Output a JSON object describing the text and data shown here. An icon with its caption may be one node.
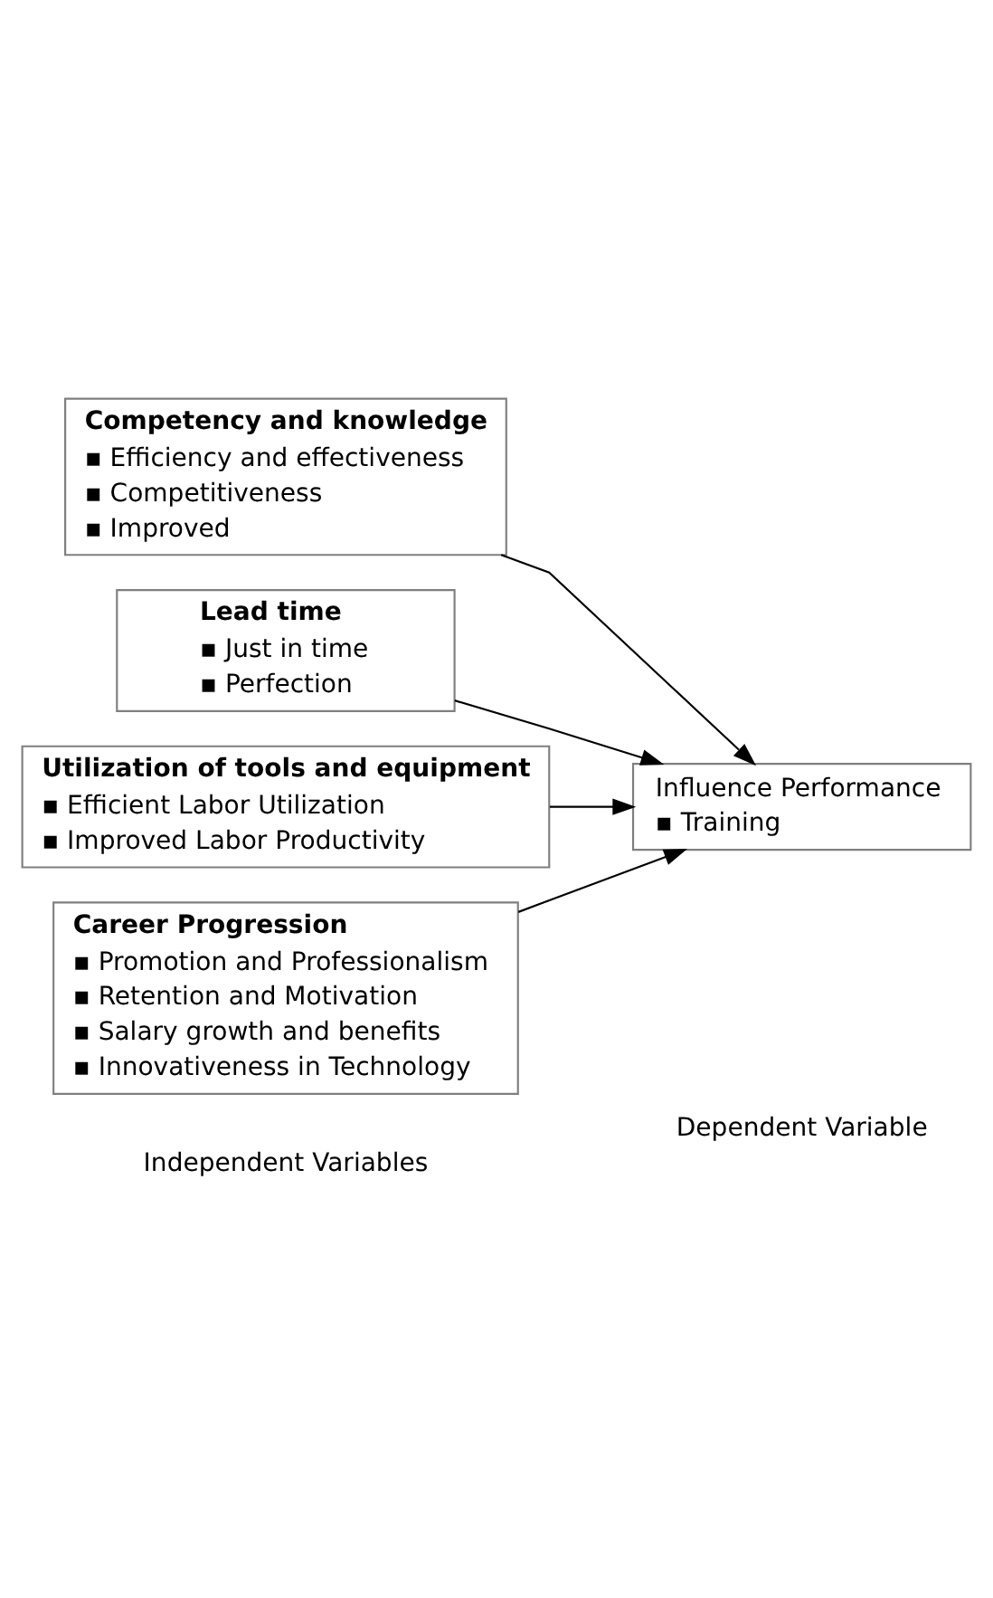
{
  "diagram": {
    "nodes": [
      {
        "text": [
          "Competency and knowledge",
          "▪ Efficiency and effectiveness",
          "▪ Competitiveness",
          "▪ Improved"
        ]
      },
      {
        "text": [
          "Lead time",
          "▪ Just in time",
          "▪ Perfection"
        ]
      },
      {
        "text": [
          "Utilization of tools and equipment",
          "▪ Efficient Labor Utilization",
          "▪ Improved Labor Productivity"
        ]
      },
      {
        "text": [
          "Career Progression",
          "▪ Promotion and Professionalism",
          "▪ Retention and Motivation",
          "▪ Salary growth and benefits",
          "▪ Innovativeness in Technology"
        ]
      },
      {
        "text": [
          "Influence Performance",
          "▪ Training"
        ]
      }
    ],
    "edges": [
      {
        "from": 0,
        "to": 4,
        "arrow": "to"
      },
      {
        "from": 1,
        "to": 4,
        "arrow": "to"
      },
      {
        "from": 2,
        "to": 4,
        "arrow": "to"
      },
      {
        "from": 3,
        "to": 4,
        "arrow": "to"
      }
    ],
    "labels": [
      "Independent Variables",
      "Dependent Variable"
    ]
  }
}
